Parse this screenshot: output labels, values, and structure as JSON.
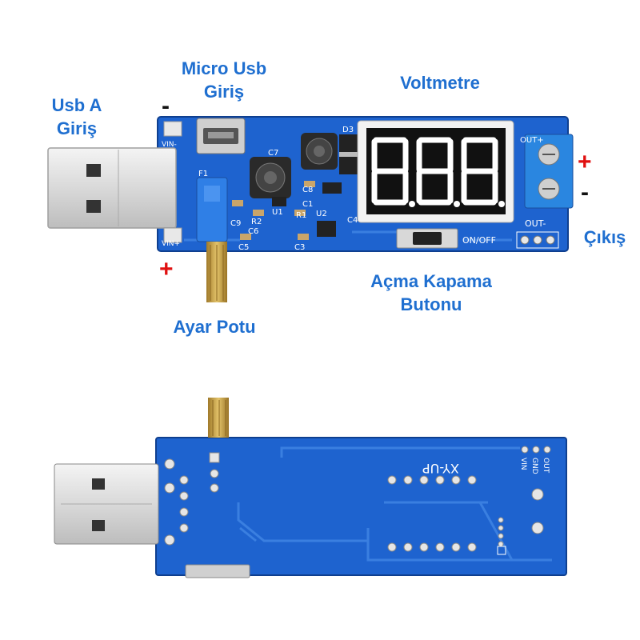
{
  "labels": {
    "usb_a_input": [
      "Usb A",
      "Giriş"
    ],
    "micro_usb_input": [
      "Micro Usb",
      "Giriş"
    ],
    "voltmeter": "Voltmetre",
    "output": "Çıkış",
    "power_button": [
      "Açma Kapama",
      "Butonu"
    ],
    "adjust_pot": "Ayar Potu"
  },
  "signs": {
    "input_minus": "-",
    "input_plus": "+",
    "output_plus": "+",
    "output_minus": "-"
  },
  "display": {
    "digits": [
      "8.",
      "8.",
      "8."
    ]
  },
  "silkscreen_top": {
    "vin_minus": "VIN-",
    "vin_plus": "VIN+",
    "out_plus": "OUT+",
    "out_minus": "OUT-",
    "on_off": "ON/OFF",
    "components": [
      "D3",
      "C7",
      "C8",
      "C1",
      "U2",
      "R1",
      "C6",
      "R2",
      "C9",
      "C5",
      "C3",
      "C4",
      "U1",
      "F1"
    ]
  },
  "silkscreen_bottom": {
    "board_name": "XY-UP",
    "pins": [
      "VIN",
      "GND",
      "OUT"
    ]
  },
  "colors": {
    "label_blue": "#1f6fd0",
    "plus_red": "#e01010",
    "pcb_blue": "#1e63cf",
    "connector_blue": "#2a86e0"
  }
}
